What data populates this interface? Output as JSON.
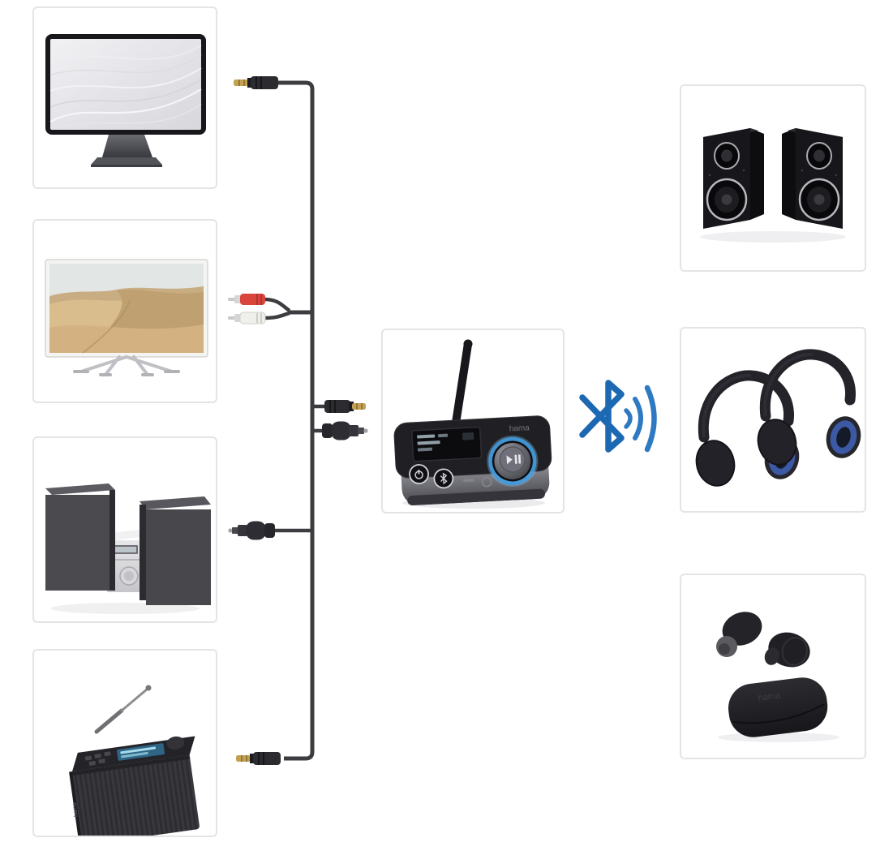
{
  "brand": {
    "name": "hama"
  },
  "colors": {
    "background": "#ffffff",
    "box_border": "#e4e4e4",
    "cable": "#3c3c41",
    "bluetooth_blue": "#1d68b2",
    "bluetooth_wave_blue": "#2d79c2",
    "knob_ring_blue": "#44a0e2",
    "headphone_pad_blue": "#3c59a4",
    "rca_red": "#d9453c",
    "rca_white": "#efefec",
    "jack_gold": "#c2a154"
  },
  "diagram": {
    "sources": [
      {
        "icon": "pc-monitor-icon",
        "connector": "aux-3-5mm-jack-plug"
      },
      {
        "icon": "tv-icon",
        "connector": "rca-stereo-plugs"
      },
      {
        "icon": "hifi-system-icon",
        "connector": "toslink-optical-plug"
      },
      {
        "icon": "digital-radio-icon",
        "connector": "aux-3-5mm-jack-plug"
      }
    ],
    "hub": {
      "icon": "bluetooth-audio-transmitter-icon",
      "brand": "hama",
      "connectors": [
        "aux-3-5mm-jack-plug",
        "toslink-optical-plug"
      ]
    },
    "wireless": {
      "icon": "bluetooth-signal-icon"
    },
    "sinks": [
      {
        "icon": "stereo-speakers-icon"
      },
      {
        "icon": "over-ear-headphones-icon"
      },
      {
        "icon": "true-wireless-earbuds-icon",
        "brand": "hama"
      }
    ]
  }
}
